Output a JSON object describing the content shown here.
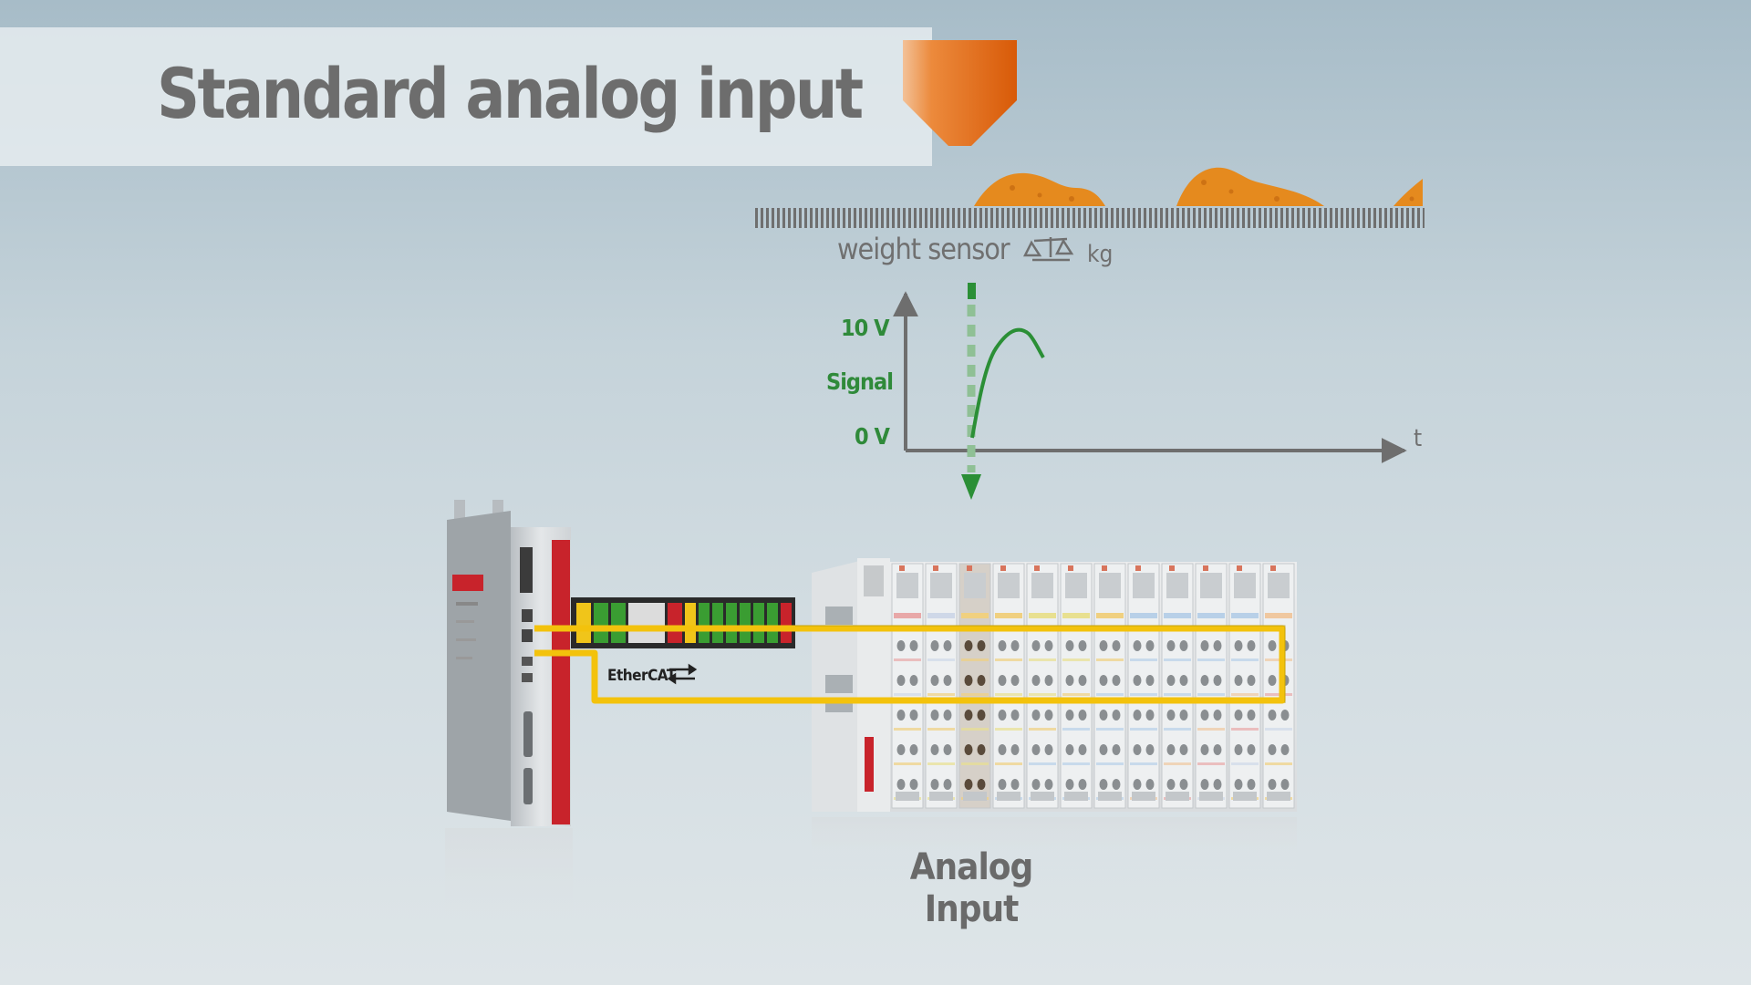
{
  "title": "Standard analog input",
  "sensor": {
    "label": "weight sensor",
    "icon": "scale-icon",
    "unit": "kg"
  },
  "signal_plot": {
    "y_top": "10 V",
    "y_mid": "Signal",
    "y_bottom": "0 V",
    "x_axis": "t"
  },
  "fieldbus": {
    "name": "EtherCAT"
  },
  "io_module": {
    "label_line1": "Analog",
    "label_line2": "Input"
  },
  "colors": {
    "material": "#e58a1e",
    "hopper": "#e36d10",
    "signal": "#2b8f36",
    "cable": "#f3c20c",
    "device_accent": "#c8232b"
  }
}
